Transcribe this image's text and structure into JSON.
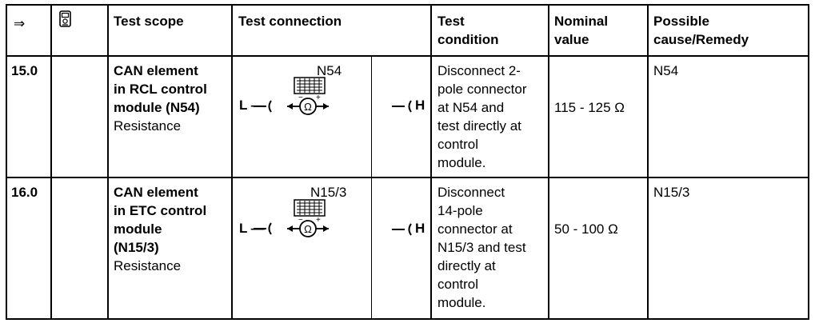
{
  "header": {
    "arrow": "⇒",
    "icon": "meter-icon",
    "test_scope": "Test scope",
    "test_connection": "Test connection",
    "test_condition_line1": "Test",
    "test_condition_line2": "condition",
    "nominal_line1": "Nominal",
    "nominal_line2": "value",
    "remedy_line1": "Possible",
    "remedy_line2": "cause/Remedy"
  },
  "rows": [
    {
      "step": "15.0",
      "scope_lines": [
        "CAN element",
        "in RCL control",
        "module (N54)"
      ],
      "scope_plain": "Resistance",
      "connector_label": "N54",
      "left_terminal": "L",
      "right_terminal": "H",
      "condition_lines": [
        "Disconnect 2-",
        "pole connector",
        "at N54 and",
        "test directly at",
        "control",
        "module."
      ],
      "nominal": "115 - 125 Ω",
      "remedy": "N54"
    },
    {
      "step": "16.0",
      "scope_lines": [
        "CAN element",
        "in ETC control",
        "module",
        "(N15/3)"
      ],
      "scope_plain": "Resistance",
      "connector_label": "N15/3",
      "left_terminal": "L",
      "right_terminal": "H",
      "condition_lines": [
        "Disconnect",
        "14-pole",
        "connector at",
        "N15/3 and test",
        "directly at",
        "control",
        "module."
      ],
      "nominal": "50 - 100 Ω",
      "remedy": "N15/3"
    }
  ]
}
